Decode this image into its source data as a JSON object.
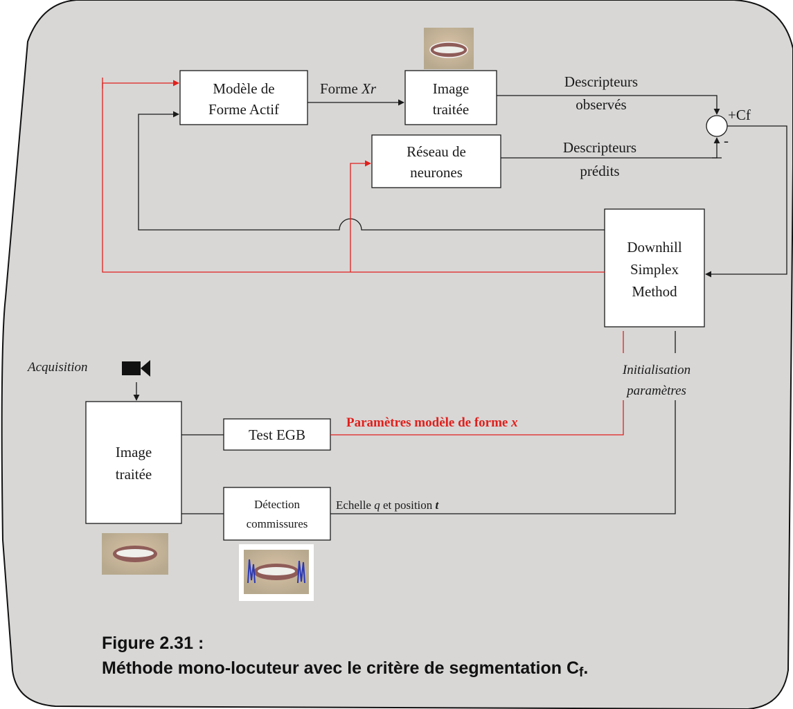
{
  "diagram": {
    "boxes": {
      "modele": [
        "Modèle de",
        "Forme Actif"
      ],
      "image_top": [
        "Image",
        "traitée"
      ],
      "reseau": [
        "Réseau de",
        "neurones"
      ],
      "downhill": [
        "Downhill",
        "Simplex",
        "Method"
      ],
      "image_left": [
        "Image",
        "traitée"
      ],
      "test": "Test EGB",
      "detection": [
        "Détection",
        "commissures"
      ]
    },
    "labels": {
      "forme_xr_prefix": "Forme ",
      "forme_xr_var": "Xr",
      "desc_obs": [
        "Descripteurs",
        "observés"
      ],
      "desc_pred": [
        "Descripteurs",
        "prédits"
      ],
      "plus_cf": "+Cf",
      "minus": "-",
      "acquisition": "Acquisition",
      "init": [
        "Initialisation",
        "paramètres"
      ],
      "param_prefix": "Paramètres modèle de forme ",
      "param_var": "x",
      "echelle_prefix": "Echelle ",
      "echelle_q": "q",
      "echelle_mid": " et position ",
      "echelle_t": "t"
    }
  },
  "caption": {
    "line1": "Figure 2.31 :",
    "line2_main": "Méthode mono-locuteur avec le critère de segmentation C",
    "line2_sub": "f",
    "line2_end": "."
  },
  "icons": [
    "mouth-photo-icon",
    "camera-icon",
    "mouth-photo-icon",
    "mouth-detection-photo-icon"
  ]
}
